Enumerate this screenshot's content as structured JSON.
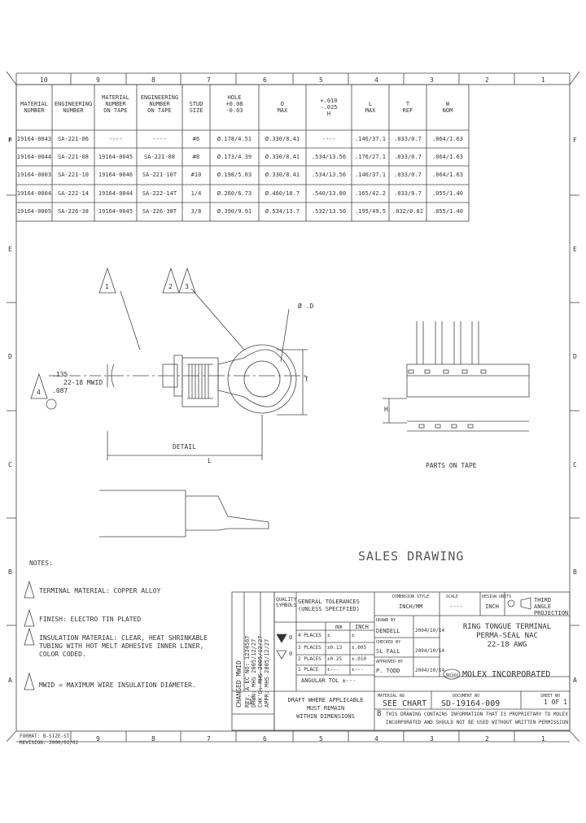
{
  "zones_top": [
    "10",
    "9",
    "8",
    "7",
    "6",
    "5",
    "4",
    "3",
    "2",
    "1"
  ],
  "zones_bottom": [
    "9",
    "8",
    "7",
    "6",
    "5",
    "4",
    "3",
    "2",
    "1"
  ],
  "zones_left": [
    "F",
    "E",
    "D",
    "C",
    "B",
    "A"
  ],
  "zones_right": [
    "F",
    "E",
    "D",
    "C",
    "B",
    "A"
  ],
  "table": {
    "headers": [
      [
        "MATERIAL",
        "NUMBER"
      ],
      [
        "ENGINEERING",
        "NUMBER"
      ],
      [
        "MATERIAL",
        "NUMBER",
        "ON TAPE"
      ],
      [
        "ENGINEERING",
        "NUMBER",
        "ON TAPE"
      ],
      [
        "STUD",
        "SIZE"
      ],
      [
        "HOLE",
        "+0.08",
        "-0.03"
      ],
      [
        "D",
        "MAX"
      ],
      [
        "+.010",
        "-.025",
        "H"
      ],
      [
        "L",
        "MAX"
      ],
      [
        "T",
        "REF"
      ],
      [
        "W",
        "NOM"
      ]
    ],
    "rows": [
      [
        "19164-0043",
        "SA-221-06",
        "----",
        "----",
        "#6",
        "Ø.178/4.51",
        "Ø.330/8.41",
        "----",
        ".146/37.1",
        ".033/0.7",
        ".064/1.63"
      ],
      [
        "19164-0044",
        "SA-221-08",
        "19164-0045",
        "SA-221-08",
        "#8",
        "Ø.173/4.39",
        "Ø.330/8.41",
        ".534/13.56",
        ".176/27.1",
        ".033/0.7",
        ".064/1.63"
      ],
      [
        "19164-0003",
        "SA-221-10",
        "19164-0046",
        "SA-221-10T",
        "#10",
        "Ø.198/5.03",
        "Ø.330/8.41",
        ".534/13.56",
        ".146/37.1",
        ".033/0.7",
        ".064/1.63"
      ],
      [
        "19164-0004",
        "SA-222-14",
        "19164-0044",
        "SA-222-14T",
        "1/4",
        "Ø.260/6.73",
        "Ø.460/10.7",
        ".540/13.80",
        ".165/42.2",
        ".033/0.7",
        ".055/1.40"
      ],
      [
        "19164-0005",
        "SA-226-38",
        "19164-0045",
        "SA-226-38T",
        "3/8",
        "Ø.390/9.91",
        "Ø.534/13.7",
        ".532/13.50",
        ".195/49.5",
        ".032/0.81",
        ".055/1.40"
      ]
    ]
  },
  "drawing": {
    "awg_label": "22-18 MWID",
    "awg_top": ".135",
    "awg_bot": ".087",
    "d_label": "Ø .D",
    "detail_label": "DETAIL",
    "tape_label": "PARTS ON TAPE",
    "h_label": "H",
    "t_label": "T",
    "l_label": "L",
    "sales": "SALES DRAWING"
  },
  "notes": {
    "title": "NOTES:",
    "items": [
      "TERMINAL MATERIAL: COPPER ALLOY",
      "FINISH: ELECTRO TIN PLATED",
      "INSULATION MATERIAL: CLEAR, HEAT SHRINKABLE\nTUBING WITH HOT MELT ADHESIVE INNER LINER,\nCOLOR CODED.",
      "MWID = MAXIMUM WIRE INSULATION DIAMETER."
    ]
  },
  "revision": {
    "lines": [
      "CHANGED MWID",
      "REV. A  EC NO: 1234567",
      "DRWN: MHS  2005/12/27",
      "CHK'D: MHS  2005/12/27",
      "APPR: MHS  2005/12/27"
    ],
    "rev": "1"
  },
  "quality": {
    "title": "QUALITY SYMBOLS",
    "sym1": "0",
    "sym2": "0"
  },
  "tolerances": {
    "title": "GENERAL TOLERANCES (UNLESS SPECIFIED)",
    "col_mm": "mm",
    "col_inch": "INCH",
    "rows": [
      [
        "4 PLACES",
        "±",
        "±"
      ],
      [
        "3 PLACES",
        "±0.13",
        "±.005"
      ],
      [
        "2 PLACES",
        "±0.25",
        "±.010"
      ],
      [
        "1 PLACE",
        "±---",
        "±---"
      ]
    ],
    "angular": "ANGULAR TOL ±---",
    "draft": "DRAFT WHERE APPLICABLE\nMUST REMAIN\nWITHIN DIMENSIONS"
  },
  "titleblock": {
    "dim_style_label": "DIMENSION STYLE",
    "dim_style": "INCH/MM",
    "scale_label": "SCALE",
    "scale": "----",
    "design_units_label": "DESIGN UNITS",
    "design_units": "INCH",
    "projection": "THIRD ANGLE PROJECTION",
    "drawn_label": "DRAWN BY",
    "drawn": "DENDELL",
    "drawn_date": "2004/10/14",
    "checked_label": "CHECKED BY",
    "checked": "SL FALL",
    "checked_date": "2004/10/14",
    "approved_label": "APPROVED BY",
    "approved": "P. TODD",
    "approved_date": "2004/10/14",
    "title_lines": [
      "RING TONGUE TERMINAL",
      "PERMA-SEAL NAC",
      "22-18 AWG"
    ],
    "company": "MOLEX INCORPORATED",
    "logo": "molex",
    "material_label": "MATERIAL NO",
    "material": "SEE CHART",
    "doc_label": "DOCUMENT NO",
    "doc": "SD-19164-009",
    "sheet_label": "SHEET NO",
    "sheet": "1 OF 1",
    "size": "B",
    "proprietary": "THIS DRAWING CONTAINS INFORMATION THAT IS PROPRIETARY TO MOLEX\nINCORPORATED AND SHOULD NOT BE USED WITHOUT WRITTEN PERMISSION"
  },
  "footer": {
    "line1": "FORMAT: B-SIZE-ST",
    "line2": "REVISION: 2000/02/02"
  }
}
